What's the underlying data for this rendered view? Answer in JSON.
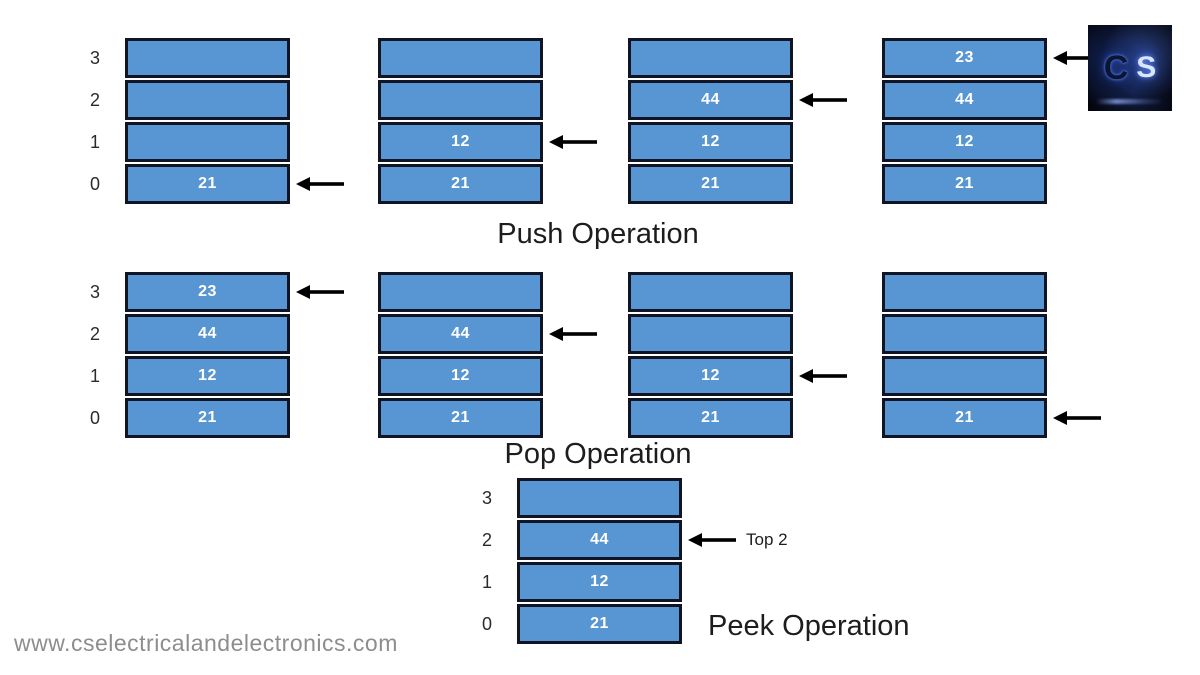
{
  "page": {
    "watermark": "www.cselectricalandelectronics.com"
  },
  "colors": {
    "cell_fill": "#5896d3",
    "cell_border": "#101423",
    "cell_text": "#ffffff",
    "index_label_text": "#2b2b2b",
    "arrow": "#000000",
    "title_text": "#1d1d1d",
    "watermark_text": "#8d8d8d",
    "logo_background": "#04050c"
  },
  "sections": [
    {
      "name": "push",
      "title": "Push Operation",
      "stacks": [
        {
          "labels": [
            "3",
            "2",
            "1",
            "0"
          ],
          "cells": [
            "",
            "",
            "",
            "21"
          ],
          "arrow_index": 3
        },
        {
          "labels": [],
          "cells": [
            "",
            "",
            "12",
            "21"
          ],
          "arrow_index": 2
        },
        {
          "labels": [],
          "cells": [
            "",
            "44",
            "12",
            "21"
          ],
          "arrow_index": 1
        },
        {
          "labels": [],
          "cells": [
            "23",
            "44",
            "12",
            "21"
          ],
          "arrow_index": 0
        }
      ]
    },
    {
      "name": "pop",
      "title": "Pop Operation",
      "stacks": [
        {
          "labels": [
            "3",
            "2",
            "1",
            "0"
          ],
          "cells": [
            "23",
            "44",
            "12",
            "21"
          ],
          "arrow_index": 0
        },
        {
          "labels": [],
          "cells": [
            "",
            "44",
            "12",
            "21"
          ],
          "arrow_index": 1
        },
        {
          "labels": [],
          "cells": [
            "",
            "",
            "12",
            "21"
          ],
          "arrow_index": 2
        },
        {
          "labels": [],
          "cells": [
            "",
            "",
            "",
            "21"
          ],
          "arrow_index": 3
        }
      ]
    },
    {
      "name": "peek",
      "title": "Peek Operation",
      "stacks": [
        {
          "labels": [
            "3",
            "2",
            "1",
            "0"
          ],
          "cells": [
            "",
            "44",
            "12",
            "21"
          ],
          "arrow_index": 1,
          "arrow_label": "Top 2"
        }
      ]
    }
  ],
  "logo": {
    "letter_c": "C",
    "letter_s": "S"
  }
}
